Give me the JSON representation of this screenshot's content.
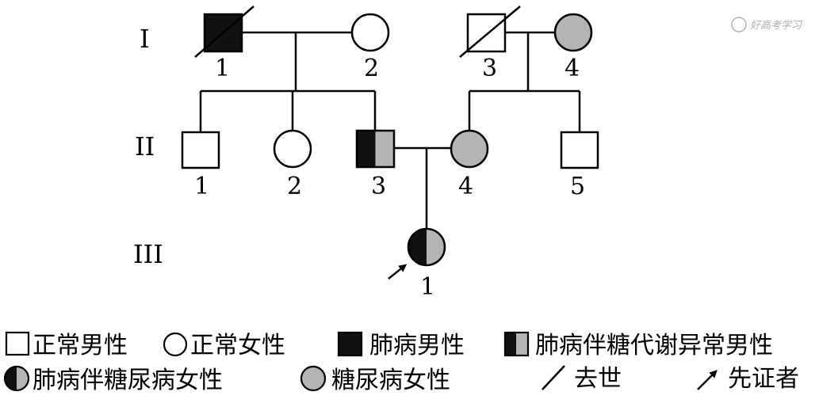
{
  "generations": [
    "I",
    "II",
    "III"
  ],
  "individuals": {
    "I1": {
      "number": "1",
      "sex": "male",
      "status": "lung-disease",
      "deceased": true
    },
    "I2": {
      "number": "2",
      "sex": "female",
      "status": "normal",
      "deceased": false
    },
    "I3": {
      "number": "3",
      "sex": "male",
      "status": "normal",
      "deceased": true
    },
    "I4": {
      "number": "4",
      "sex": "female",
      "status": "diabetes",
      "deceased": false
    },
    "II1": {
      "number": "1",
      "sex": "male",
      "status": "normal",
      "deceased": false
    },
    "II2": {
      "number": "2",
      "sex": "female",
      "status": "normal",
      "deceased": false
    },
    "II3": {
      "number": "3",
      "sex": "male",
      "status": "lung-disease-with-glucose-metabolism-abnormality",
      "deceased": false
    },
    "II4": {
      "number": "4",
      "sex": "female",
      "status": "diabetes",
      "deceased": false
    },
    "II5": {
      "number": "5",
      "sex": "male",
      "status": "normal",
      "deceased": false
    },
    "III1": {
      "number": "1",
      "sex": "female",
      "status": "lung-disease-with-diabetes",
      "deceased": false,
      "proband": true
    }
  },
  "legend": {
    "normal_male": "正常男性",
    "normal_female": "正常女性",
    "lung_male": "肺病男性",
    "lung_glucose_male": "肺病伴糖代谢异常男性",
    "lung_diabetes_female": "肺病伴糖尿病女性",
    "diabetes_female": "糖尿病女性",
    "deceased": "去世",
    "proband": "先证者"
  },
  "colors": {
    "affected_lung": "#111111",
    "affected_diabetes": "#b4b4b4",
    "line": "#000000"
  },
  "watermark": "好高考学习"
}
